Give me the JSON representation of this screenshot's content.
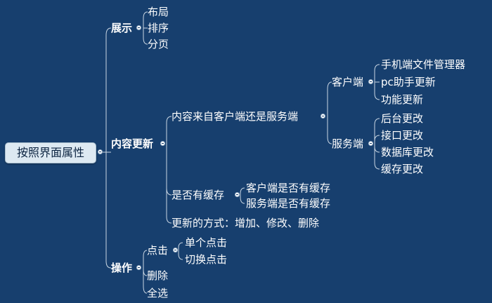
{
  "mindmap": {
    "root": "按照界面属性",
    "branches": [
      {
        "label": "展示",
        "children": [
          "布局",
          "排序",
          "分页"
        ]
      },
      {
        "label": "内容更新",
        "children": [
          {
            "label": "内容来自客户端还是服务端",
            "children": [
              {
                "label": "客户端",
                "children": [
                  "手机端文件管理器",
                  "pc助手更新",
                  "功能更新"
                ]
              },
              {
                "label": "服务端",
                "children": [
                  "后台更改",
                  "接口更改",
                  "数据库更改",
                  "缓存更改"
                ]
              }
            ]
          },
          {
            "label": "是否有缓存",
            "children": [
              "客户端是否有缓存",
              "服务端是否有缓存"
            ]
          },
          {
            "label": "更新的方式：增加、修改、删除"
          }
        ]
      },
      {
        "label": "操作",
        "children": [
          {
            "label": "点击",
            "children": [
              "单个点击",
              "切换点击"
            ]
          },
          "删除",
          "全选"
        ]
      }
    ]
  },
  "colors": {
    "background": "#173f6e",
    "line": "#c9d6e3",
    "text": "#ffffff",
    "root_fill": "#dde9f2"
  }
}
